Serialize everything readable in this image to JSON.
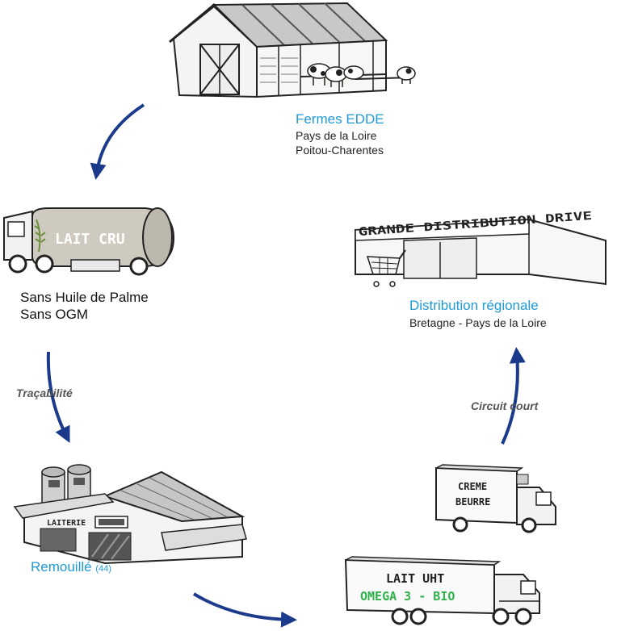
{
  "nodes": {
    "farm": {
      "title": "Fermes EDDE",
      "lines": [
        "Pays de la Loire",
        "Poitou-Charentes"
      ]
    },
    "tanker": {
      "tank_label": "LAIT CRU",
      "lines": [
        "Sans Huile de Palme",
        "Sans OGM"
      ]
    },
    "dairy": {
      "sign": "LAITERIE",
      "title": "Remouillé",
      "title_suffix": "(44)"
    },
    "uht_truck": {
      "line1": "LAIT UHT",
      "line2": "OMEGA 3 - BIO"
    },
    "cream_truck": {
      "line1": "CREME",
      "line2": "BEURRE"
    },
    "store": {
      "sign": "GRANDE DISTRIBUTION DRIVE",
      "title": "Distribution régionale",
      "lines": [
        "Bretagne - Pays de la Loire"
      ]
    }
  },
  "edges": {
    "tracability": "Traçabilité",
    "short_circuit": "Circuit court"
  },
  "colors": {
    "arrow": "#1b3a8c",
    "accent_blue": "#1e9ad6",
    "bio_green": "#2db34a",
    "tank_fill": "#cfcac0"
  },
  "icons": [
    "barn-icon",
    "cow-icon",
    "milk-tanker-icon",
    "dairy-factory-icon",
    "refrigerated-truck-icon",
    "supermarket-icon",
    "shopping-cart-icon"
  ]
}
